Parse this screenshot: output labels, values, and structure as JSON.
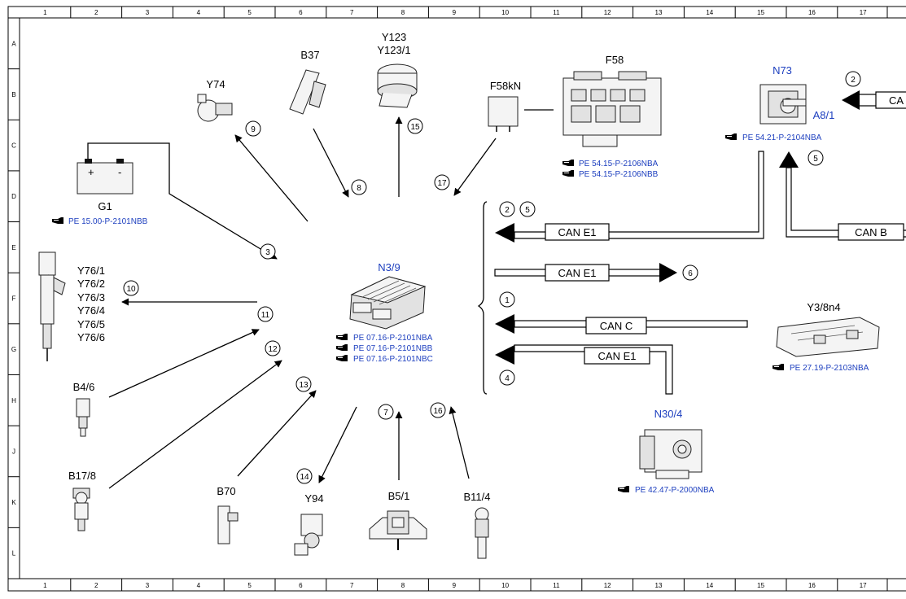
{
  "grid": {
    "columns": [
      "1",
      "2",
      "3",
      "4",
      "5",
      "6",
      "7",
      "8",
      "9",
      "10",
      "11",
      "12",
      "13",
      "14",
      "15",
      "16",
      "17"
    ],
    "rows": [
      "A",
      "B",
      "C",
      "D",
      "E",
      "F",
      "G",
      "H",
      "J",
      "K",
      "L"
    ]
  },
  "center": {
    "label": "N3/9",
    "refs": [
      "PE 07.16-P-2101NBA",
      "PE 07.16-P-2101NBB",
      "PE 07.16-P-2101NBC"
    ]
  },
  "components": {
    "g1": {
      "label": "G1",
      "ref": "PE 15.00-P-2101NBB",
      "plus": "+",
      "minus": "-"
    },
    "y74": {
      "label": "Y74"
    },
    "b37": {
      "label": "B37"
    },
    "y123": {
      "label1": "Y123",
      "label2": "Y123/1"
    },
    "f58kn": {
      "label": "F58kN"
    },
    "f58": {
      "label": "F58",
      "refs": [
        "PE 54.15-P-2106NBA",
        "PE 54.15-P-2106NBB"
      ]
    },
    "n73": {
      "label": "N73",
      "sub": "A8/1",
      "ref": "PE 54.21-P-2104NBA"
    },
    "y76": {
      "labels": [
        "Y76/1",
        "Y76/2",
        "Y76/3",
        "Y76/4",
        "Y76/5",
        "Y76/6"
      ]
    },
    "b46": {
      "label": "B4/6"
    },
    "b178": {
      "label": "B17/8"
    },
    "b70": {
      "label": "B70"
    },
    "y94": {
      "label": "Y94"
    },
    "b51": {
      "label": "B5/1"
    },
    "b114": {
      "label": "B11/4"
    },
    "n304": {
      "label": "N30/4",
      "ref": "PE 42.47-P-2000NBA"
    },
    "y38n4": {
      "label": "Y3/8n4",
      "ref": "PE 27.19-P-2103NBA"
    }
  },
  "buses": {
    "e1_top": "CAN E1",
    "e1_out": "CAN E1",
    "can_c": "CAN C",
    "e1_bottom": "CAN E1",
    "can_b": "CAN B",
    "ca_cut": "CA"
  },
  "markers": {
    "m1": "1",
    "m2a": "2",
    "m2b": "2",
    "m3": "3",
    "m4": "4",
    "m5a": "5",
    "m5b": "5",
    "m6": "6",
    "m7": "7",
    "m8": "8",
    "m9": "9",
    "m10": "10",
    "m11": "11",
    "m12": "12",
    "m13": "13",
    "m14": "14",
    "m15": "15",
    "m16": "16",
    "m17": "17"
  },
  "icons": {
    "reference": "pointing-hand-icon"
  }
}
